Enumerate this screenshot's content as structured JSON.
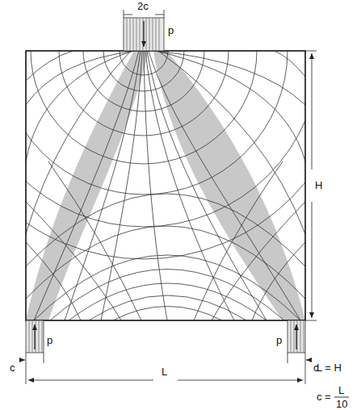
{
  "diagram": {
    "labels": [
      "2c",
      "p",
      "H",
      "c",
      "p",
      "p",
      "c",
      "L",
      "L = H",
      "c =",
      "L",
      "10"
    ]
  }
}
